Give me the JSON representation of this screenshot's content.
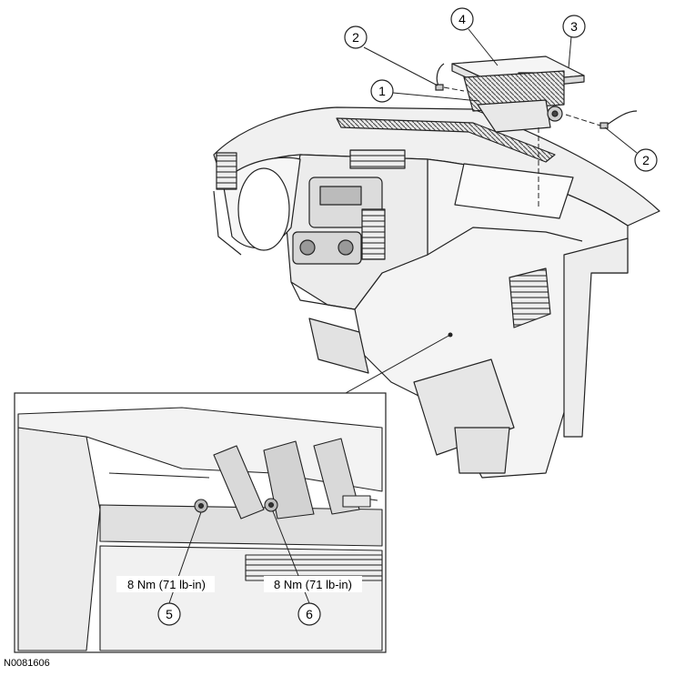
{
  "callouts": {
    "c1": "1",
    "c2a": "2",
    "c2b": "2",
    "c3": "3",
    "c4": "4",
    "c5": "5",
    "c6": "6"
  },
  "torque": {
    "left": "8 Nm (71 lb-in)",
    "right": "8 Nm (71 lb-in)"
  },
  "figure_id": "N0081606"
}
